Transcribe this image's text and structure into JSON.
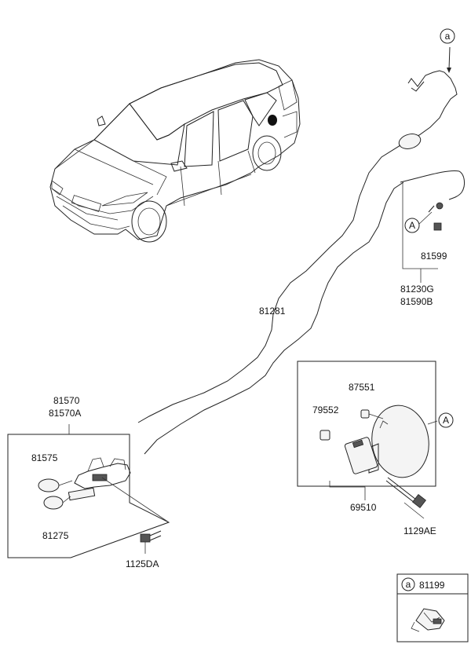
{
  "callouts": {
    "circle_a_lower": "a",
    "circle_A_upper": "A"
  },
  "labels": {
    "p81599": "81599",
    "p81230G": "81230G",
    "p81590B": "81590B",
    "p81281": "81281",
    "p87551": "87551",
    "p79552": "79552",
    "p69510": "69510",
    "p1129AE": "1129AE",
    "p81570": "81570",
    "p81570A": "81570A",
    "p81575": "81575",
    "p81275": "81275",
    "p1125DA": "1125DA"
  },
  "legend_box": {
    "callout": "a",
    "part": "81199"
  }
}
